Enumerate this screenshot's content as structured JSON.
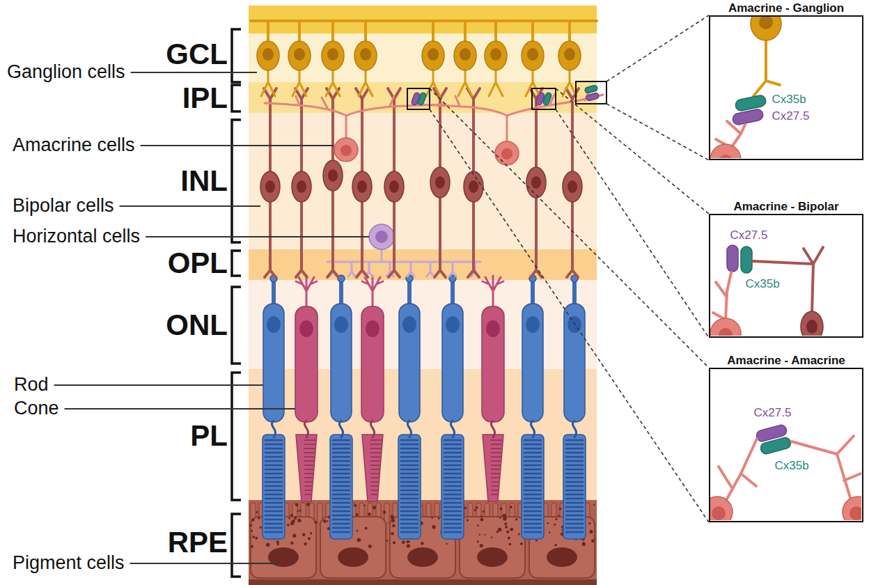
{
  "diagram": {
    "nodes": [
      {
        "text": [
          "Amacrine - Ganglion",
          "Cx35b",
          "Cx27.5"
        ]
      },
      {
        "text": [
          "Amacrine - Bipolar",
          "Cx27.5",
          "Cx35b"
        ]
      },
      {
        "text": [
          "Amacrine - Amacrine",
          "Cx27.5",
          "Cx35b"
        ]
      }
    ],
    "labels": [
      "Ganglion cells",
      "GCL",
      "IPL",
      "Amacrine cells",
      "INL",
      "Bipolar cells",
      "Horizontal cells",
      "OPL",
      "ONL",
      "Rod",
      "Cone",
      "PL",
      "RPE",
      "Pigment cells"
    ]
  }
}
